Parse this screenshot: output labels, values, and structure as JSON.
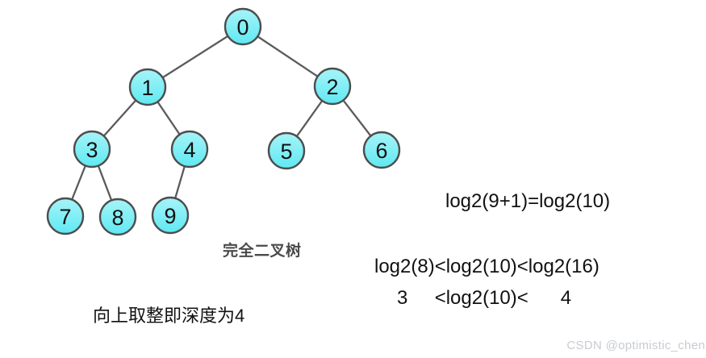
{
  "page": {
    "background": "#ffffff"
  },
  "tree": {
    "caption": "完全二叉树",
    "node_fill": "#76ECF2",
    "node_fill_gradient_top": "#a6f4f8",
    "node_fill_gradient_bottom": "#5fe9f2",
    "node_stroke": "#4d4d4d",
    "edge_color": "#5b5b5b",
    "nodes": [
      {
        "label": "0"
      },
      {
        "label": "1"
      },
      {
        "label": "2"
      },
      {
        "label": "3"
      },
      {
        "label": "4"
      },
      {
        "label": "5"
      },
      {
        "label": "6"
      },
      {
        "label": "7"
      },
      {
        "label": "8"
      },
      {
        "label": "9"
      }
    ],
    "edges": [
      [
        "0",
        "1"
      ],
      [
        "0",
        "2"
      ],
      [
        "1",
        "3"
      ],
      [
        "1",
        "4"
      ],
      [
        "2",
        "5"
      ],
      [
        "2",
        "6"
      ],
      [
        "3",
        "7"
      ],
      [
        "3",
        "8"
      ],
      [
        "4",
        "9"
      ]
    ]
  },
  "annotations": {
    "eq1": "log2(9+1)=log2(10)",
    "eq2": "log2(8)<log2(10)<log2(16)",
    "eq3": "3     <log2(10)<      4",
    "depth_note": "向上取整即深度为4"
  },
  "watermark": "CSDN @optimistic_chen"
}
